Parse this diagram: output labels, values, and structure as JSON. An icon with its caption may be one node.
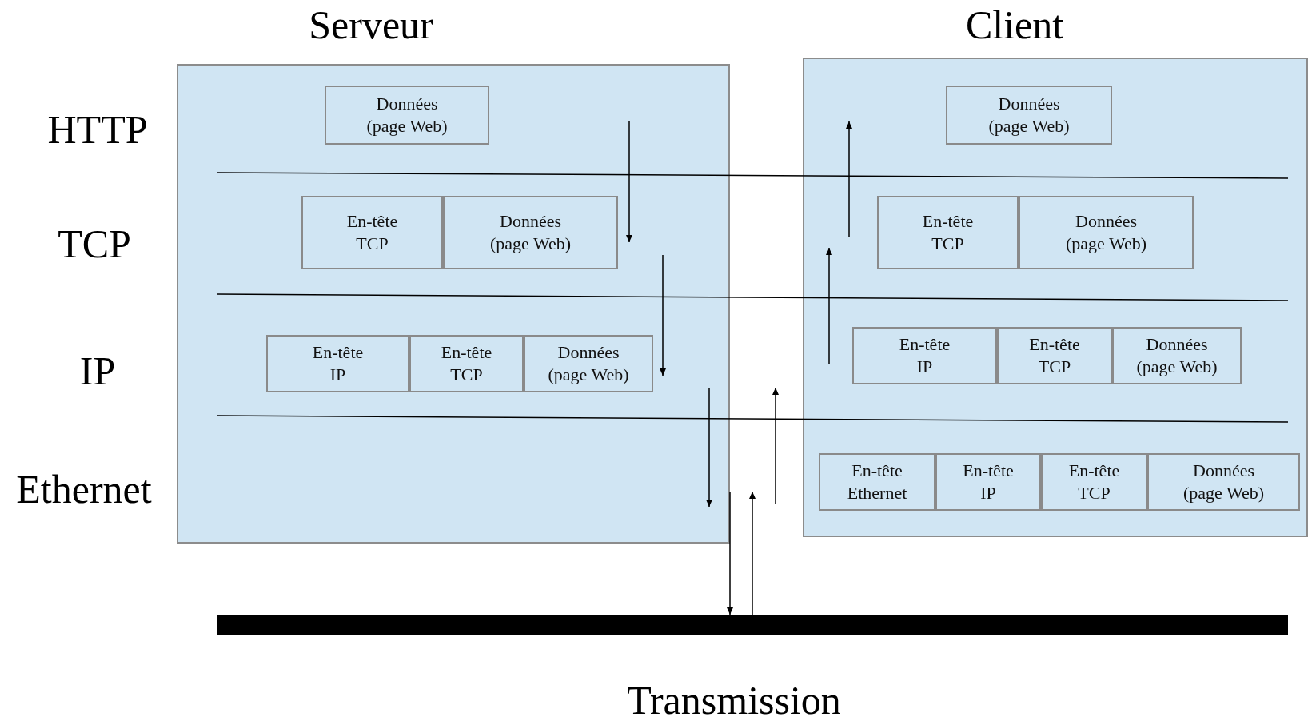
{
  "diagram": {
    "nodes": [
      {
        "text": [
          "Serveur"
        ]
      },
      {
        "text": [
          "Données (page Web)"
        ],
        "in": 0
      },
      {
        "text": [
          "En-tête TCP"
        ],
        "in": 0
      },
      {
        "text": [
          "Données (page Web)"
        ],
        "in": 0
      },
      {
        "text": [
          "En-tête IP"
        ],
        "in": 0
      },
      {
        "text": [
          "En-tête TCP"
        ],
        "in": 0
      },
      {
        "text": [
          "Données (page Web)"
        ],
        "in": 0
      },
      {
        "text": [
          "Client"
        ]
      },
      {
        "text": [
          "Données (page Web)"
        ],
        "in": 7
      },
      {
        "text": [
          "En-tête TCP"
        ],
        "in": 7
      },
      {
        "text": [
          "Données (page Web)"
        ],
        "in": 7
      },
      {
        "text": [
          "En-tête IP"
        ],
        "in": 7
      },
      {
        "text": [
          "En-tête TCP"
        ],
        "in": 7
      },
      {
        "text": [
          "Données (page Web)"
        ],
        "in": 7
      },
      {
        "text": [
          "En-tête Ethernet"
        ],
        "in": 7
      },
      {
        "text": [
          "En-tête IP"
        ],
        "in": 7
      },
      {
        "text": [
          "En-tête TCP"
        ],
        "in": 7
      },
      {
        "text": [
          "Données (page Web)"
        ],
        "in": 7
      },
      {
        "text": [
          "Transmission"
        ]
      }
    ],
    "edges": [
      {
        "from": 0,
        "to": 18,
        "arrow": "to"
      },
      {
        "from": 18,
        "to": 0,
        "arrow": "to"
      }
    ],
    "labels": [
      "HTTP",
      "TCP",
      "IP",
      "Ethernet"
    ]
  }
}
